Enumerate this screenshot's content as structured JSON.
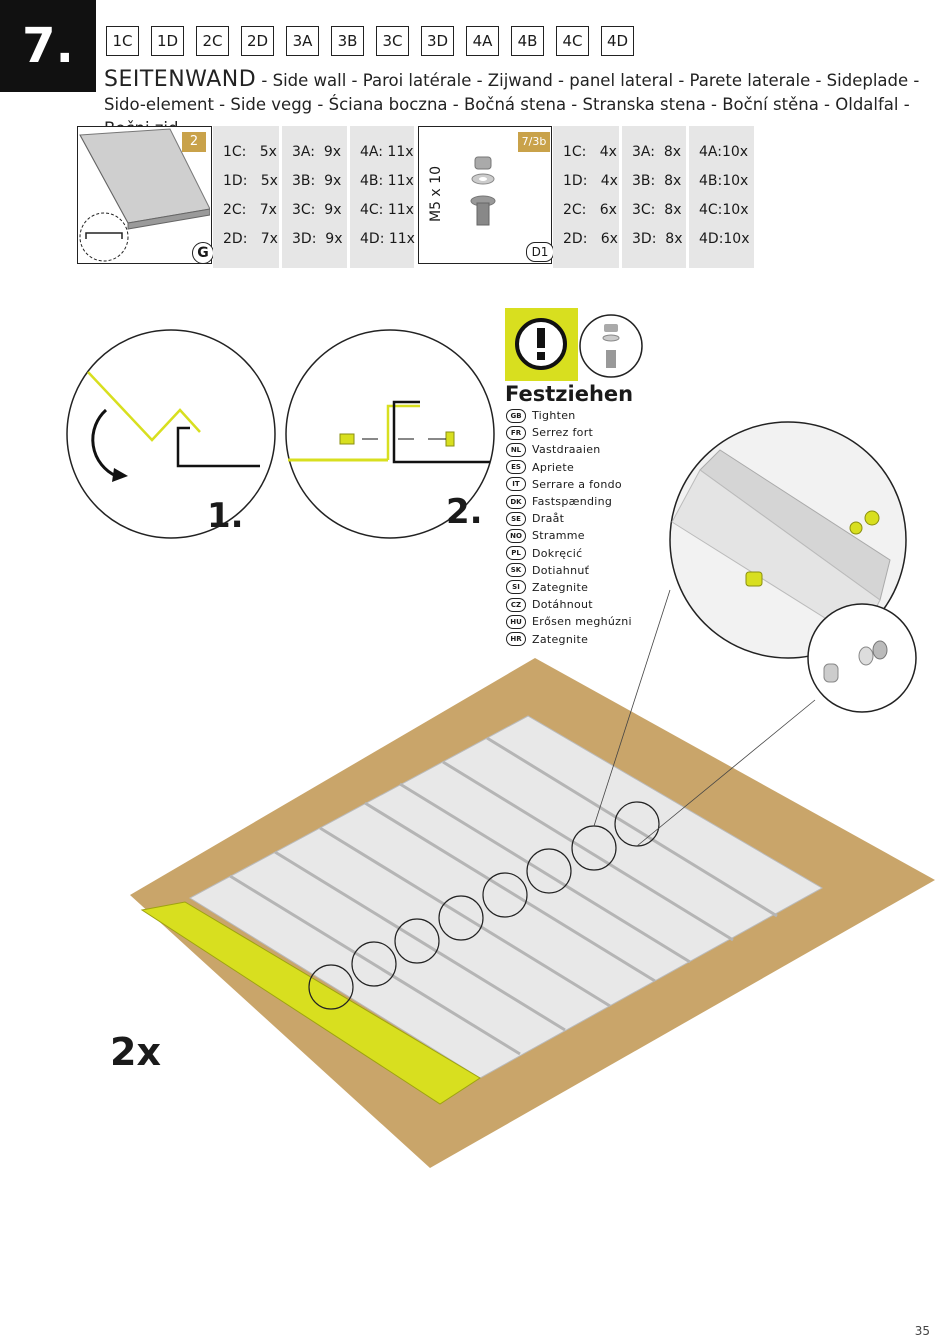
{
  "step": {
    "number": "7."
  },
  "models": [
    "1C",
    "1D",
    "2C",
    "2D",
    "3A",
    "3B",
    "3C",
    "3D",
    "4A",
    "4B",
    "4C",
    "4D"
  ],
  "title": {
    "main": "SEITENWAND",
    "rest": " - Side wall - Paroi latérale - Zijwand - panel lateral - Parete laterale - Sideplade - Sido-element - Side vegg - Ściana boczna - Bočná stena  - Stranska stena - Boční stěna - Oldalfal - Bočni zid"
  },
  "parts": [
    {
      "tag": "2",
      "letter": "G",
      "icon": "side-wall-panel-icon",
      "columns": [
        [
          "1C:   5x",
          "1D:   5x",
          "2C:   7x",
          "2D:   7x"
        ],
        [
          "3A:  9x",
          "3B:  9x",
          "3C:  9x",
          "3D:  9x"
        ],
        [
          "4A: 11x",
          "4B: 11x",
          "4C: 11x",
          "4D: 11x"
        ]
      ]
    },
    {
      "tag": "7/3b",
      "letter": "D1",
      "size": "M5 x 10",
      "icon": "bolt-nut-washer-icon",
      "columns": [
        [
          "1C:   4x",
          "1D:   4x",
          "2C:   6x",
          "2D:   6x"
        ],
        [
          "3A:  8x",
          "3B:  8x",
          "3C:  8x",
          "3D:  8x"
        ],
        [
          "4A:10x",
          "4B:10x",
          "4C:10x",
          "4D:10x"
        ]
      ]
    }
  ],
  "detail_steps": [
    "1.",
    "2."
  ],
  "warning": {
    "icon": "exclamation-icon",
    "heading": "Festziehen",
    "translations": [
      {
        "code": "GB",
        "text": "Tighten"
      },
      {
        "code": "FR",
        "text": "Serrez fort"
      },
      {
        "code": "NL",
        "text": "Vastdraaien"
      },
      {
        "code": "ES",
        "text": "Apriete"
      },
      {
        "code": "IT",
        "text": "Serrare a fondo"
      },
      {
        "code": "DK",
        "text": "Fastspænding"
      },
      {
        "code": "SE",
        "text": "Draåt"
      },
      {
        "code": "NO",
        "text": "Stramme"
      },
      {
        "code": "PL",
        "text": "Dokręcić"
      },
      {
        "code": "SK",
        "text": "Dotiahnuť"
      },
      {
        "code": "SI",
        "text": "Zategnite"
      },
      {
        "code": "CZ",
        "text": "Dotáhnout"
      },
      {
        "code": "HU",
        "text": "Erősen meghúzni"
      },
      {
        "code": "HR",
        "text": "Zategnite"
      }
    ]
  },
  "quantity": "2x",
  "page_number": "35",
  "colors": {
    "accent": "#d8df1f",
    "cardboard": "#c9a56a",
    "tag": "#c9a24a"
  }
}
